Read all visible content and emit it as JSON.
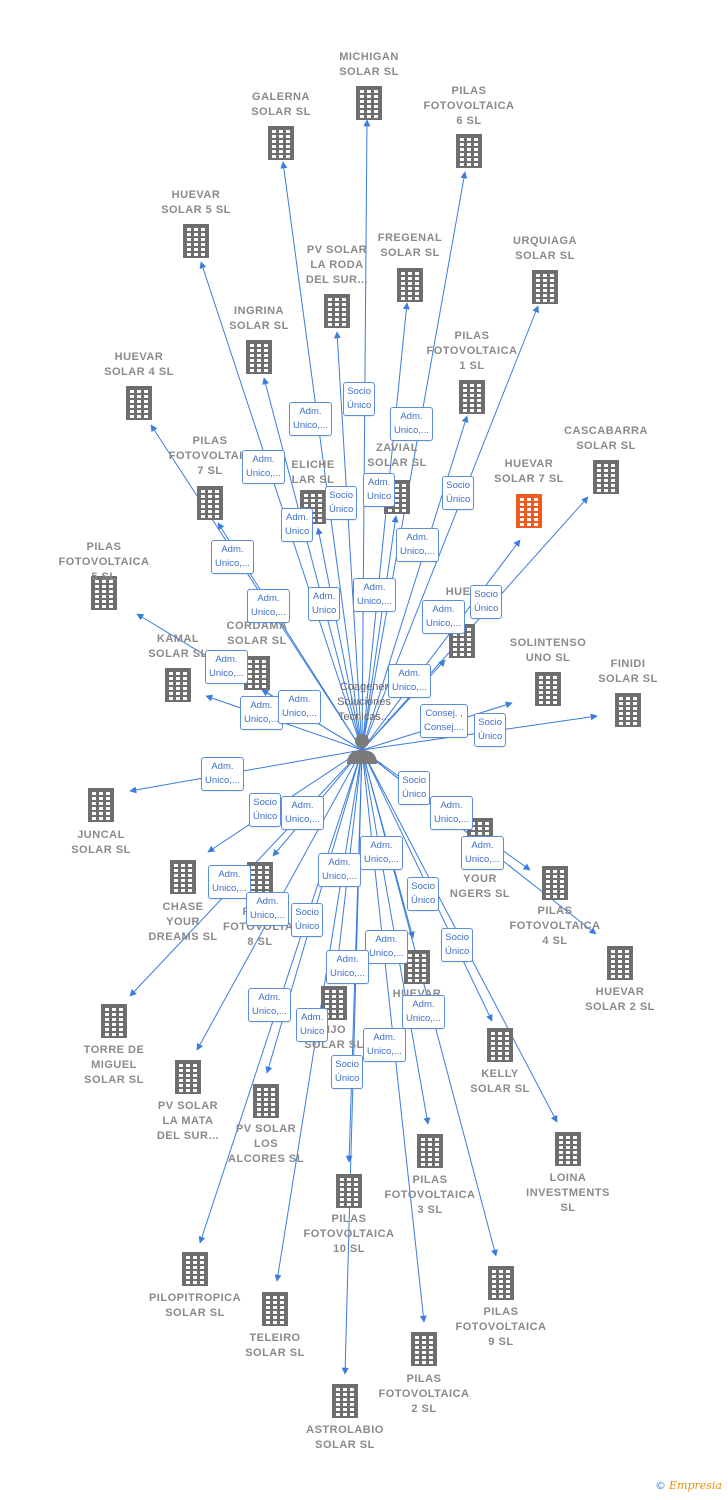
{
  "center": {
    "label": "Coagener\nSoluciones\nTecnicas..."
  },
  "colors": {
    "building": "#6e6e6e",
    "highlight": "#f05a1e",
    "edge": "#3b7ddd",
    "person": "#7a7a7a"
  },
  "companies": [
    {
      "id": "michigan",
      "label": "MICHIGAN\nSOLAR  SL",
      "icon": "building-icon"
    },
    {
      "id": "galerna",
      "label": "GALERNA\nSOLAR  SL",
      "icon": "building-icon"
    },
    {
      "id": "pilas6",
      "label": "PILAS\nFOTOVOLTAICA\n6  SL",
      "icon": "building-icon"
    },
    {
      "id": "huevar5",
      "label": "HUEVAR\nSOLAR 5  SL",
      "icon": "building-icon"
    },
    {
      "id": "pvroda",
      "label": "PV SOLAR\nLA RODA\nDEL SUR...",
      "icon": "building-icon"
    },
    {
      "id": "fregenal",
      "label": "FREGENAL\nSOLAR  SL",
      "icon": "building-icon"
    },
    {
      "id": "urquiaga",
      "label": "URQUIAGA\nSOLAR  SL",
      "icon": "building-icon"
    },
    {
      "id": "ingrina",
      "label": "INGRINA\nSOLAR  SL",
      "icon": "building-icon"
    },
    {
      "id": "pilas1",
      "label": "PILAS\nFOTOVOLTAICA\n1  SL",
      "icon": "building-icon"
    },
    {
      "id": "huevar4",
      "label": "HUEVAR\nSOLAR 4  SL",
      "icon": "building-icon"
    },
    {
      "id": "cascabarra",
      "label": "CASCABARRA\nSOLAR  SL",
      "icon": "building-icon"
    },
    {
      "id": "pilas7",
      "label": "PILAS\nFOTOVOLTAIC\n7  SL",
      "icon": "building-icon"
    },
    {
      "id": "eliche",
      "label": "ELICHE\nLAR  SL",
      "icon": "building-icon"
    },
    {
      "id": "zavial",
      "label": "ZAVIAL\nSOLAR  SL",
      "icon": "building-icon"
    },
    {
      "id": "huevar7",
      "label": "HUEVAR\nSOLAR 7  SL",
      "icon": "building-icon",
      "highlight": true
    },
    {
      "id": "pilas5",
      "label": "PILAS\nFOTOVOLTAICA\n5  SL",
      "icon": "building-icon"
    },
    {
      "id": "cordama",
      "label": "CORDAMA\nSOLAR  SL",
      "icon": "building-icon"
    },
    {
      "id": "kamal",
      "label": "KAMAL\nSOLAR  SL",
      "icon": "building-icon"
    },
    {
      "id": "huev",
      "label": "HUEV",
      "icon": "building-icon"
    },
    {
      "id": "solintenso",
      "label": "SOLINTENSO\nUNO  SL",
      "icon": "building-icon"
    },
    {
      "id": "finidi",
      "label": "FINIDI\nSOLAR  SL",
      "icon": "building-icon"
    },
    {
      "id": "juncal",
      "label": "JUNCAL\nSOLAR  SL",
      "icon": "building-icon"
    },
    {
      "id": "chase",
      "label": "CHASE\nYOUR\nDREAMS  SL",
      "icon": "building-icon"
    },
    {
      "id": "pilas8",
      "label": "PILAS\nFOTOVOLTAI\n8  SL",
      "icon": "building-icon"
    },
    {
      "id": "yourgers",
      "label": "C\nYOUR\nNGERS  SL",
      "icon": "building-icon"
    },
    {
      "id": "pilas4",
      "label": "PILAS\nFOTOVOLTAICA\n4  SL",
      "icon": "building-icon"
    },
    {
      "id": "huevar2",
      "label": "HUEVAR\nSOLAR 2  SL",
      "icon": "building-icon"
    },
    {
      "id": "torre",
      "label": "TORRE DE\nMIGUEL\nSOLAR SL",
      "icon": "building-icon"
    },
    {
      "id": "nohuevar",
      "label": "HUEVAR\nSOL",
      "icon": "building-icon"
    },
    {
      "id": "njo",
      "label": "NJO\nSOLAR  SL",
      "icon": "building-icon"
    },
    {
      "id": "kelly",
      "label": "KELLY\nSOLAR  SL",
      "icon": "building-icon"
    },
    {
      "id": "pvmata",
      "label": "PV SOLAR\nLA MATA\nDEL SUR...",
      "icon": "building-icon"
    },
    {
      "id": "pvalcores",
      "label": "PV SOLAR\nLOS\nALCORES  SL",
      "icon": "building-icon"
    },
    {
      "id": "loina",
      "label": "LOINA\nINVESTMENTS\nSL",
      "icon": "building-icon"
    },
    {
      "id": "pilas3",
      "label": "PILAS\nFOTOVOLTAICA\n3  SL",
      "icon": "building-icon"
    },
    {
      "id": "pilas10",
      "label": "PILAS\nFOTOVOLTAICA\n10  SL",
      "icon": "building-icon"
    },
    {
      "id": "pilopitropica",
      "label": "PILOPITROPICA\nSOLAR  SL",
      "icon": "building-icon"
    },
    {
      "id": "pilas9",
      "label": "PILAS\nFOTOVOLTAICA\n9  SL",
      "icon": "building-icon"
    },
    {
      "id": "teleiro",
      "label": "TELEIRO\nSOLAR  SL",
      "icon": "building-icon"
    },
    {
      "id": "pilas2",
      "label": "PILAS\nFOTOVOLTAICA\n2  SL",
      "icon": "building-icon"
    },
    {
      "id": "astrolabio",
      "label": "ASTROLABIO\nSOLAR  SL",
      "icon": "building-icon"
    }
  ],
  "relations": [
    "Socio\nÚnico",
    "Adm.\nUnico,...",
    "Adm.\nUnico,...",
    "Adm.\nUnico,...",
    "Socio\nÚnico",
    "Adm.\nUnico",
    "Adm.\nUnico",
    "Socio\nÚnico",
    "Adm.\nUnico,...",
    "Adm.\nUnico,...",
    "Adm.\nUnico,...",
    "Adm.\nUnico",
    "Adm.\nUnico,...",
    "Socio\nÚnico",
    "Adm.\nUnico,...",
    "Adm.\nUnico,...",
    "Adm.\nUnico,...",
    "Adm.\nUnico,...",
    "Adm.\nUnico,...",
    "Consej. ,\nConsej....",
    "Socio\nÚnico",
    "Adm.\nUnico,...",
    "Socio\nÚnico",
    "Adm.\nUnico,...",
    "Socio\nÚnico",
    "Adm.\nUnico,...",
    "Adm.\nUnico,...",
    "Adm.\nUnico,...",
    "Adm.\nUnico,...",
    "Adm.\nUnico,...",
    "Adm.\nUnico,...",
    "Socio\nÚnico",
    "Socio\nÚnico",
    "Adm.\nUnico,...",
    "Adm.\nUnico,...",
    "Socio\nÚnico",
    "Adm.\nUnico,...",
    "Adm.\nUnico",
    "Adm.\nUnico,...",
    "Adm.\nUnico,...",
    "Socio\nÚnico"
  ],
  "footer": {
    "copyright": "©",
    "brand": "Empresia"
  }
}
